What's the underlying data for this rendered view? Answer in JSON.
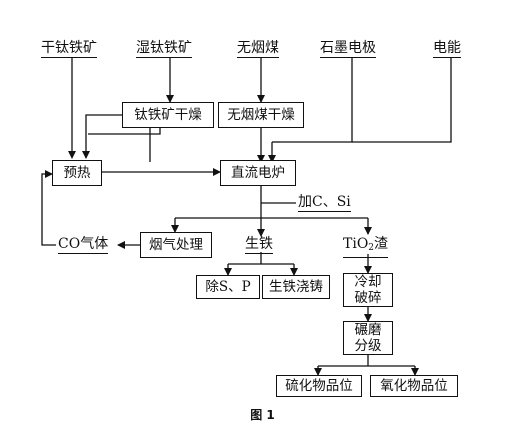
{
  "inputs": {
    "dry_ilmenite": "干钛铁矿",
    "wet_ilmenite": "湿钛铁矿",
    "anthracite": "无烟煤",
    "graphite_electrode": "石墨电极",
    "electricity": "电能"
  },
  "nodes": {
    "ilmenite_drying": "钛铁矿干燥",
    "anthracite_drying": "无烟煤干燥",
    "preheat": "预热",
    "dc_furnace": "直流电炉",
    "flue_gas_treatment": "烟气处理",
    "pig_iron": "生铁",
    "tio2_slag_prefix": "TiO",
    "tio2_slag_sub": "2",
    "tio2_slag_suffix": "渣",
    "remove_s_p": "除S、P",
    "pig_iron_casting": "生铁浇铸",
    "cooling_line1": "冷却",
    "cooling_line2": "破碎",
    "grinding_line1": "碾磨",
    "grinding_line2": "分级",
    "sulfate_grade": "硫化物品位",
    "oxide_grade": "氧化物品位"
  },
  "annotations": {
    "add_c_si": "加C、Si",
    "co_gas": "CO气体"
  },
  "caption": "图 1"
}
